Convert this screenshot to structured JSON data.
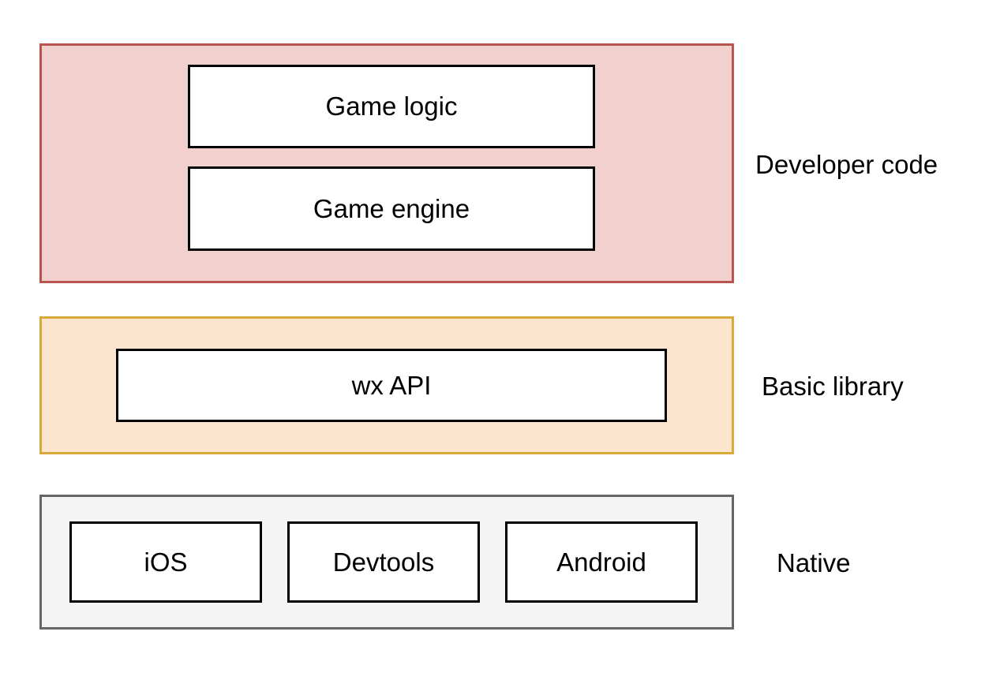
{
  "layers": {
    "developer": {
      "label": "Developer code",
      "fill": "#f2d0ce",
      "stroke": "#b85450",
      "boxes": [
        "Game logic",
        "Game engine"
      ]
    },
    "basic": {
      "label": "Basic library",
      "fill": "#fbe5cf",
      "stroke": "#d6a93a",
      "boxes": [
        "wx API"
      ]
    },
    "native": {
      "label": "Native",
      "fill": "#f4f4f4",
      "stroke": "#666666",
      "boxes": [
        "iOS",
        "Devtools",
        "Android"
      ]
    }
  }
}
